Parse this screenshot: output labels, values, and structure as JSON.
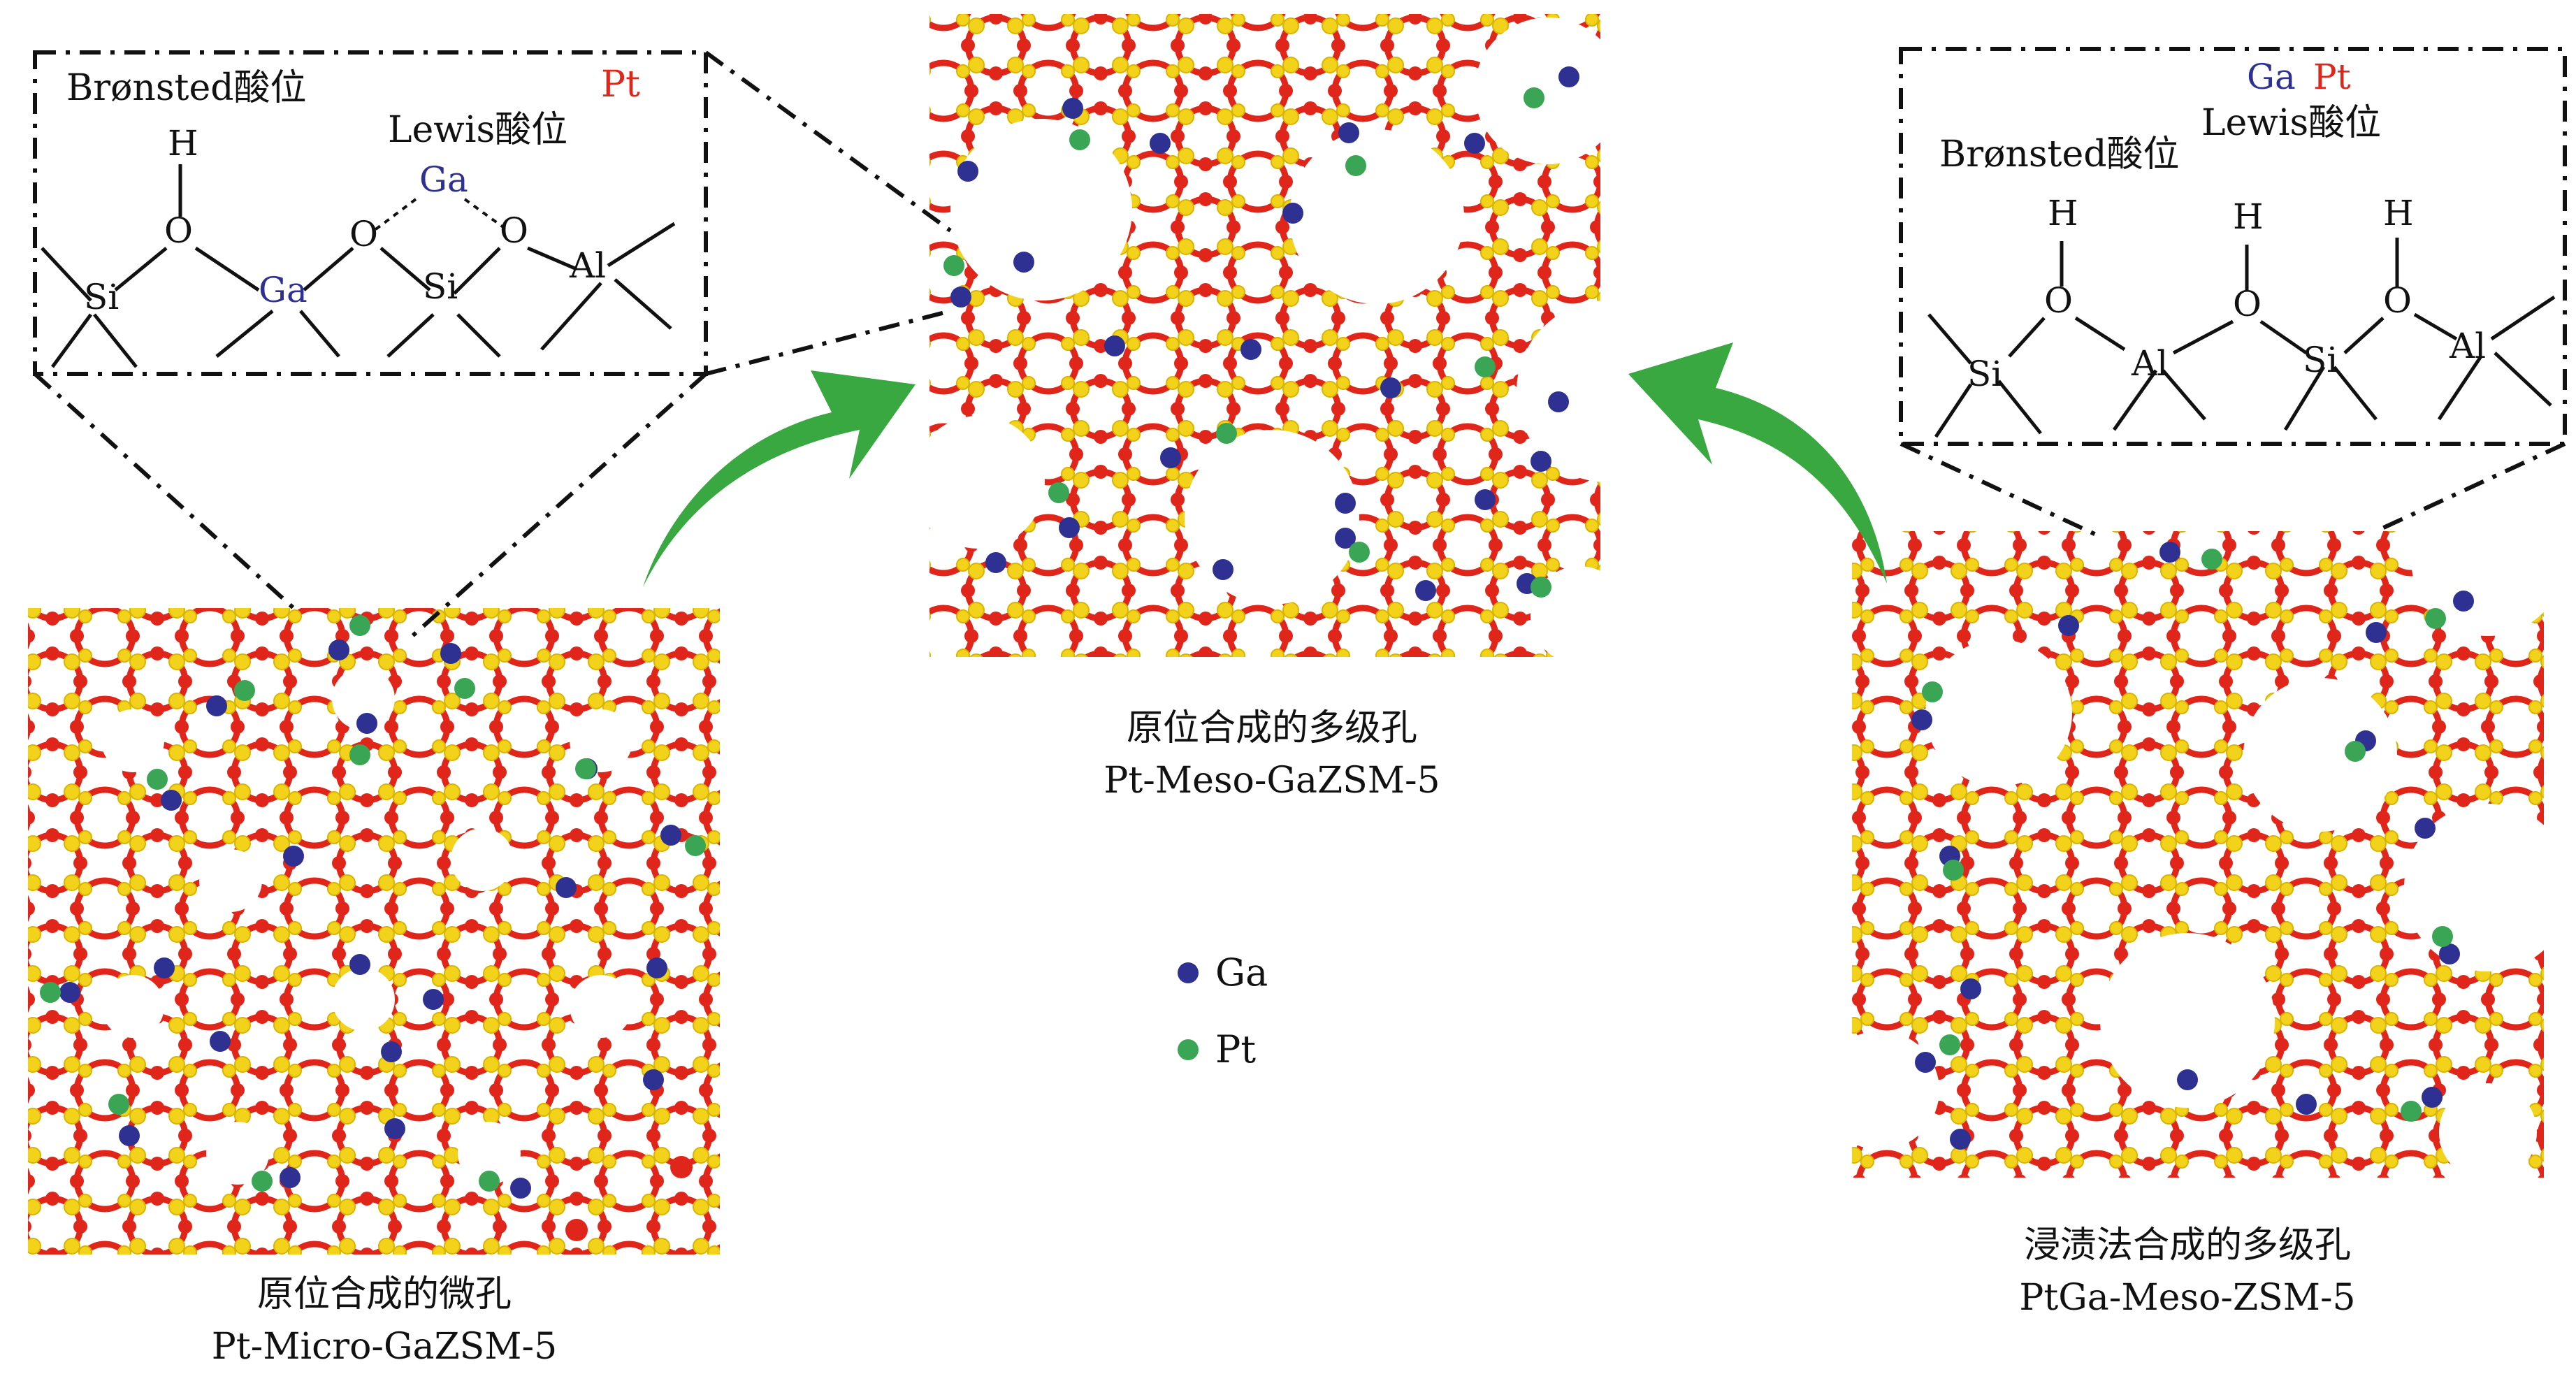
{
  "colors": {
    "ga": "#2e3192",
    "pt": "#3aa655",
    "arrow": "#3aa841",
    "oxygen": "#e0261b",
    "silicon": "#f2d21b",
    "pt_label": "#e0261b"
  },
  "panels": [
    {
      "id": "left",
      "caption_cn": "原位合成的微孔",
      "caption_en": "Pt-Micro-GaZSM-5"
    },
    {
      "id": "center",
      "caption_cn": "原位合成的多级孔",
      "caption_en": "Pt-Meso-GaZSM-5"
    },
    {
      "id": "right",
      "caption_cn": "浸渍法合成的多级孔",
      "caption_en": "PtGa-Meso-ZSM-5"
    }
  ],
  "legend": [
    {
      "label": "Ga",
      "color": "#2e3192"
    },
    {
      "label": "Pt",
      "color": "#3aa655"
    }
  ],
  "left_inset": {
    "bronsted_label": "Brønsted酸位",
    "lewis_label": "Lewis酸位",
    "pt_label": "Pt",
    "atoms": {
      "h": "H",
      "o": "O",
      "si": "Si",
      "ga": "Ga",
      "al": "Al"
    }
  },
  "right_inset": {
    "ga_label": "Ga",
    "pt_label": "Pt",
    "lewis_label": "Lewis酸位",
    "bronsted_label": "Brønsted酸位",
    "atoms": {
      "h": "H",
      "o": "O",
      "si": "Si",
      "al": "Al"
    }
  }
}
